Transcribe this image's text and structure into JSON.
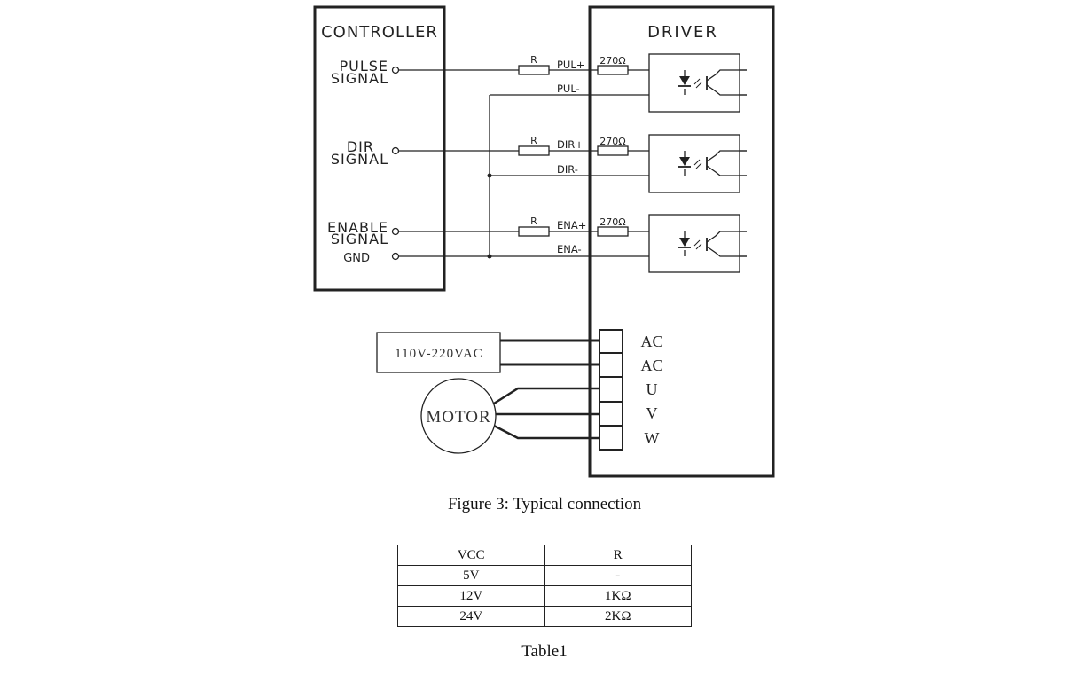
{
  "controller": {
    "title": "CONTROLLER",
    "pulse_line1": "PULSE",
    "pulse_line2": "SIGNAL",
    "dir_line1": "DIR",
    "dir_line2": "SIGNAL",
    "enable_line1": "ENABLE",
    "enable_line2": "SIGNAL",
    "gnd": "GND"
  },
  "driver": {
    "title": "DRIVER",
    "pul_plus": "PUL+",
    "pul_minus": "PUL-",
    "dir_plus": "DIR+",
    "dir_minus": "DIR-",
    "ena_plus": "ENA+",
    "ena_minus": "ENA-",
    "internal_resistor": "270Ω",
    "terminals": [
      "AC",
      "AC",
      "U",
      "V",
      "W"
    ]
  },
  "external_resistor": "R",
  "power_supply": "110V-220VAC",
  "motor": "MOTOR",
  "figure_caption": "Figure 3: Typical connection",
  "table": {
    "headers": [
      "VCC",
      "R"
    ],
    "rows": [
      [
        "5V",
        "-"
      ],
      [
        "12V",
        "1KΩ"
      ],
      [
        "24V",
        "2KΩ"
      ]
    ]
  },
  "table_caption": "Table1"
}
